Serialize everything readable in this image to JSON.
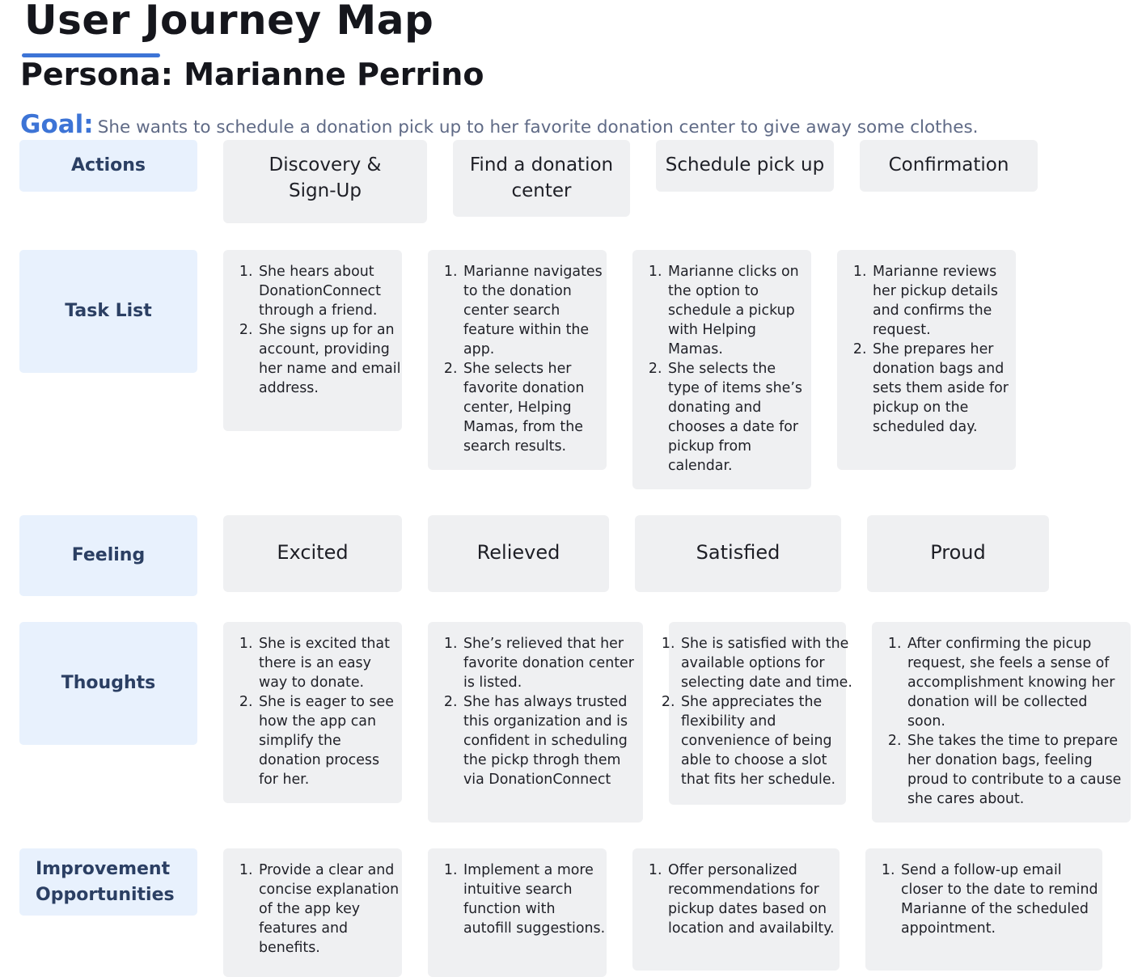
{
  "title": "User Journey Map",
  "persona": "Persona: Marianne Perrino",
  "goal": {
    "label": "Goal:",
    "text": "She wants to schedule a donation pick up to her favorite donation center to give away some clothes."
  },
  "row_labels": {
    "actions": "Actions",
    "tasks": "Task List",
    "feeling": "Feeling",
    "thoughts": "Thoughts",
    "improvements": "Improvement Opportunities"
  },
  "stages": [
    "Discovery & Sign-Up",
    "Find a donation center",
    "Schedule pick up",
    "Confirmation"
  ],
  "tasks": [
    [
      "She hears about DonationConnect through a friend.",
      "She signs up for an account, providing her name and email address."
    ],
    [
      "Marianne navigates to the donation center search feature within the app.",
      "She selects her favorite donation center, Helping Mamas, from the search results."
    ],
    [
      "Marianne clicks on the option to schedule a pickup with Helping Mamas.",
      "She selects the type of items she’s donating and chooses a date for pickup from calendar."
    ],
    [
      "Marianne reviews her pickup details and confirms the request.",
      "She prepares her donation bags and sets them aside for pickup on the scheduled day."
    ]
  ],
  "feelings": [
    "Excited",
    "Relieved",
    "Satisfied",
    "Proud"
  ],
  "thoughts": [
    [
      "She is excited that there is an easy way to donate.",
      "She is eager to see how the app can simplify the donation process for her."
    ],
    [
      "She’s relieved that her favorite donation center is listed.",
      "She has always trusted this  organization and is confident in scheduling the pickp throgh them via DonationConnect"
    ],
    [
      "She is satisfied with the available options for selecting date and time.",
      "She appreciates the flexibility and convenience of being able to choose a slot that fits her schedule."
    ],
    [
      "After confirming the picup request, she feels a sense of accomplishment knowing her donation will be collected soon.",
      "She takes the time to prepare her donation bags, feeling proud to contribute to a cause she cares about."
    ]
  ],
  "improvements": [
    [
      "Provide a clear and concise explanation of the app key features and benefits."
    ],
    [
      "Implement a more intuitive search function with autofill suggestions."
    ],
    [
      "Offer personalized recommendations for pickup dates based on location and availabilty."
    ],
    [
      "Send a follow-up email closer to the date to remind Marianne of the scheduled appointment."
    ]
  ]
}
